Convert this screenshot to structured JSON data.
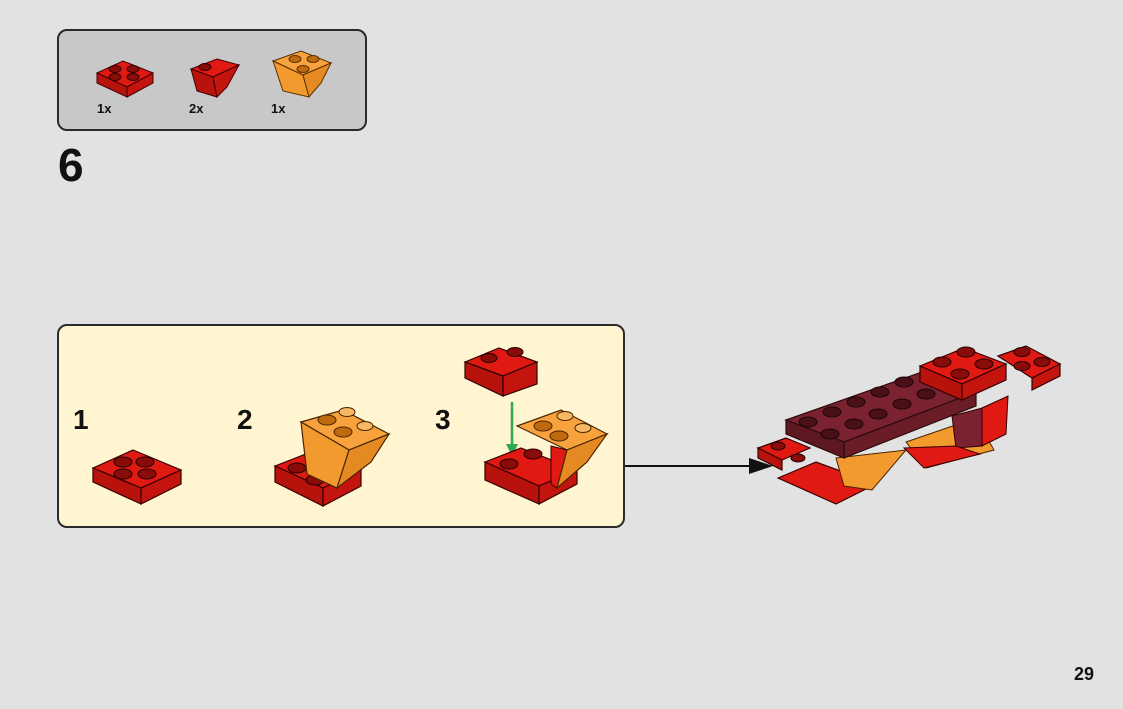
{
  "parts_list": {
    "items": [
      {
        "icon": "red-2x2-plate-icon",
        "quantity": "1x",
        "color": "#e01a12"
      },
      {
        "icon": "red-inverted-slope-icon",
        "quantity": "2x",
        "color": "#e01a12"
      },
      {
        "icon": "orange-inverted-slope-icon",
        "quantity": "1x",
        "color": "#f7a23d"
      }
    ]
  },
  "step": {
    "number": "6"
  },
  "sub_steps": [
    {
      "number": "1"
    },
    {
      "number": "2"
    },
    {
      "number": "3"
    }
  ],
  "colors": {
    "red": "#e01a12",
    "orange": "#f7a23d",
    "dark_red": "#7b2230",
    "arrow_green": "#2fa84f"
  },
  "page": {
    "number": "29"
  }
}
